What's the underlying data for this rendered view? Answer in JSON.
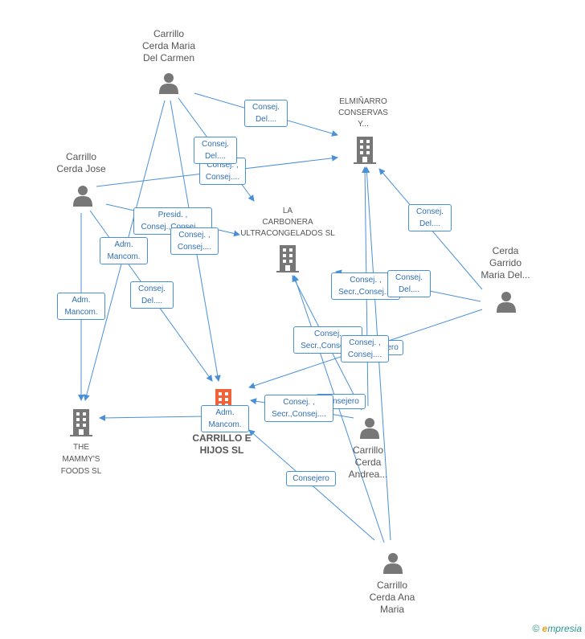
{
  "nodes": {
    "n1": {
      "name": "Carrillo\nCerda Maria\nDel Carmen",
      "kind": "person"
    },
    "n2": {
      "name": "Carrillo\nCerda Jose",
      "kind": "person"
    },
    "n3": {
      "name": "ELMIÑARRO\nCONSERVAS\nY...",
      "kind": "company"
    },
    "n4": {
      "name": "LA\nCARBONERA\nULTRACONGELADOS SL",
      "kind": "company"
    },
    "n5": {
      "name": "Cerda\nGarrido\nMaria Del...",
      "kind": "person"
    },
    "n6": {
      "name": "THE\nMAMMY'S\nFOODS SL",
      "kind": "company"
    },
    "n7": {
      "name": "CARRILLO E\nHIJOS SL",
      "kind": "company-main"
    },
    "n8": {
      "name": "Carrillo\nCerda\nAndrea...",
      "kind": "person"
    },
    "n9": {
      "name": "Carrillo\nCerda Ana\nMaria",
      "kind": "person"
    }
  },
  "edge_labels": {
    "l1": "Consej.\nDel....",
    "l2": "Consej.\nDel....",
    "l3": "Consej. ,\nConsej....",
    "l4": "Presid. ,\nConsej.,Consej....",
    "l5": "Consej. ,\nConsej....",
    "l6": "Adm.\nMancom.",
    "l7": "Adm.\nMancom.",
    "l8": "Consej.\nDel....",
    "l9": "Consej.\nDel....",
    "l10": "Consej. ,\nSecr.,Consej....",
    "l11": "Consej.\nDel....",
    "l12": "Consej.\nSecr.,Consej....",
    "l13": "Consejero",
    "l14": "Consej. ,\nConsej....",
    "l15": "Consejero",
    "l16": "Consej. ,\nSecr.,Consej....",
    "l17": "Adm.\nMancom.",
    "l18": "Consejero"
  },
  "colors": {
    "edge": "#4a90d9",
    "icon": "#777777",
    "main_icon": "#f0623a",
    "label_text": "#2f6fb3"
  },
  "icons": {
    "person": "person-icon",
    "company": "building-icon"
  },
  "footer": {
    "copyright": "©",
    "brand_e": "e",
    "brand_rest": "mpresia"
  }
}
